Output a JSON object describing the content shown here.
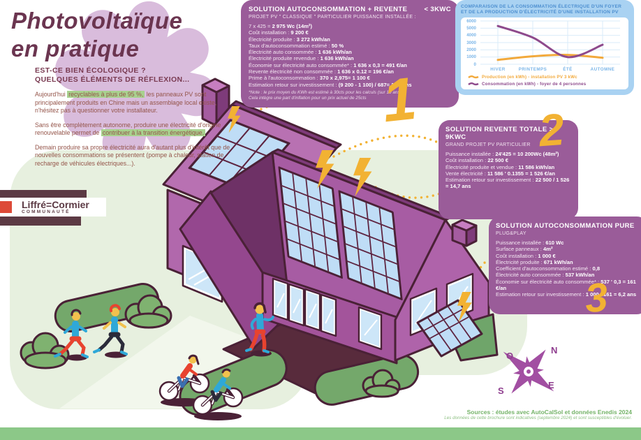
{
  "title": {
    "line1": "Photovoltaïque",
    "line2": "en pratique"
  },
  "intro": {
    "heading1": "EST-CE BIEN ÉCOLOGIQUE ?",
    "heading2": "QUELQUES ÉLÉMENTS DE RÉFLEXION...",
    "p1a": "Aujourd'hui ",
    "p1h": "recyclables à plus de 95 %,",
    "p1b": " les panneaux PV sont principalement produits en Chine mais un assemblage local existe, n'hésitez pas à questionner votre installateur.",
    "p2a": "Sans être complètement autonome, produire une électricité d'origine renouvelable permet de ",
    "p2h": "contribuer à la transition énergétique.",
    "p3": "Demain produire sa propre électricité aura d'autant plus d'intérêt que de nouvelles consommations se présentent (pompe à chaleur, station de recharge de véhicules électriques...)."
  },
  "logo": {
    "name1": "Liffré",
    "sep": "=",
    "name2": "Cormier",
    "sub": "COMMUNAUTÉ"
  },
  "solution1": {
    "marker": "1",
    "title": "SOLUTION AUTOCONSOMMATION + REVENTE",
    "badge": "< 3KWC",
    "subtitle": "PROJET PV \" CLASSIQUE \" PARTICULIER PUISSANCE INSTALLÉE :",
    "lines": [
      {
        "label": "7 x 425 =",
        "value": "2 975 Wc (14m²)"
      },
      {
        "label": "Coût installation :",
        "value": "9 200 €"
      },
      {
        "label": "Électricité produite :",
        "value": "3 272 kWh/an"
      },
      {
        "label": "Taux d'autoconsommation estimé :",
        "value": "50 %"
      },
      {
        "label": "Électricité auto consommée :",
        "value": "1 636 kWh/an"
      },
      {
        "label": "Électricité produite revendue :",
        "value": "1 636 kWh/an"
      },
      {
        "label": "Économie sur électricité auto consommée* :",
        "value": "1 636 x 0,3 = 491 €/an"
      },
      {
        "label": "Revente électricité non consommée :",
        "value": "1 636 x 0.12 = 196 €/an"
      },
      {
        "label": "Prime à l'autoconsommation :",
        "value": "370 x 2,975= 1 100 €"
      },
      {
        "label": "Estimation retour sur investissement :",
        "value": "(9 200 - 1 100) / 687= 11,8 ans"
      }
    ],
    "note1": "*Note : le prix moyen du KWh est estimé à 30cts pour les calculs (sur 10 ans).",
    "note2": "Cela intègre une part d'inflation pour un prix actuel de 25cts"
  },
  "solution2": {
    "marker": "2",
    "title": "SOLUTION REVENTE TOTALE > 9KWC",
    "subtitle": "GRAND PROJET PV PARTICULIER",
    "lines": [
      {
        "label": "Puissance installée :",
        "value": "24'425 = 10 200Wc (48m²)"
      },
      {
        "label": "Coût installation :",
        "value": "22 500 €"
      },
      {
        "label": "Électricité produite et vendue :",
        "value": "11 586 kWh/an"
      },
      {
        "label": "Vente électricité :",
        "value": "11 586 ' 0.1355 = 1 526 €/an"
      },
      {
        "label": "Estimation retour sur investissement :",
        "value": "22 500 / 1 526 = 14,7 ans"
      }
    ]
  },
  "solution3": {
    "marker": "3",
    "title": "SOLUTION AUTOCONSOMMATION PURE",
    "subtitle": "PLUG&PLAY",
    "lines": [
      {
        "label": "Puissance installée :",
        "value": "610 Wc"
      },
      {
        "label": "Surface panneaux :",
        "value": "4m²"
      },
      {
        "label": "Coût installation :",
        "value": "1 000 €"
      },
      {
        "label": "Électricité produite :",
        "value": "671 kWh/an"
      },
      {
        "label": "Coefficient d'autoconsommation estimé :",
        "value": "0,8"
      },
      {
        "label": "Électricité auto consommée :",
        "value": "537 kWh/an"
      },
      {
        "label": "Économie sur électricité auto consommée* :",
        "value": "537 ' 0,3 = 161 €/an"
      },
      {
        "label": "Estimation retour sur investissement :",
        "value": "1 000 / 161 = 6,2 ans"
      }
    ]
  },
  "chart_data": {
    "type": "line",
    "title": "COMPARAISON DE LA CONSOMMATION ÉLECTRIQUE D'UN FOYER ET DE LA PRODUCTION D'ÉLECTRICITÉ D'UNE INSTALLATION PV",
    "categories": [
      "HIVER",
      "PRINTEMPS",
      "ÉTÉ",
      "AUTOMNE"
    ],
    "series": [
      {
        "name": "Production (en kWh) - installation PV 3 kWc",
        "color": "#F2A93B",
        "values": [
          600,
          1100,
          1300,
          900
        ]
      },
      {
        "name": "Consommation (en kWh) - foyer de 4 personnes",
        "color": "#8E4A8C",
        "values": [
          5300,
          3700,
          1000,
          2700
        ]
      }
    ],
    "ylim": [
      0,
      6000
    ],
    "yticks": [
      0,
      1000,
      2000,
      3000,
      4000,
      5000,
      6000
    ],
    "grid": true,
    "legend_position": "bottom"
  },
  "compass": {
    "n": "N",
    "o": "O",
    "s": "S",
    "e": "E"
  },
  "sources": {
    "line1": "Sources : études avec AutoCalSol et données Enedis 2024",
    "line2": "Les données de cette brochure sont indicatives (septembre 2024) et sont susceptibles d'évoluer."
  },
  "colors": {
    "accent_purple": "#9A5C99",
    "accent_yellow": "#F2B233",
    "chart_blue": "#A9D2F2",
    "ground_green": "#E7F0DF",
    "bar_green": "#8CC888"
  }
}
